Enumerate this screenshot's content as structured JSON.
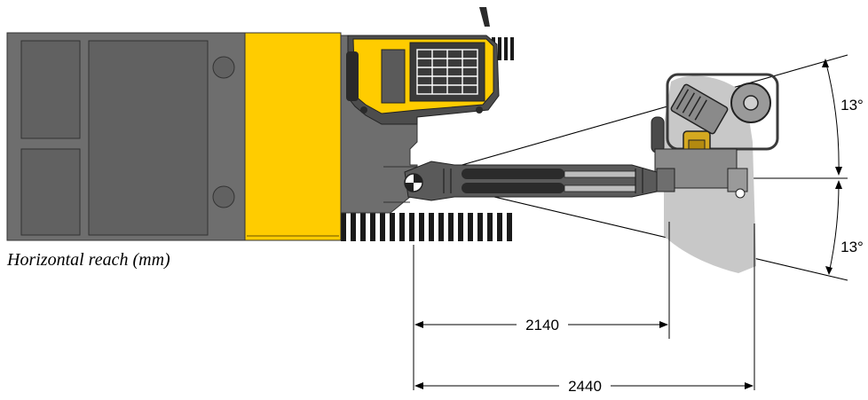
{
  "caption": "Horizontal reach (mm)",
  "dimensions": {
    "reach_short": "2140",
    "reach_long": "2440"
  },
  "angles": {
    "upper": "13°",
    "lower": "13°"
  },
  "colors": {
    "body_grey": "#6e6e6e",
    "panel_grey": "#616161",
    "yellow": "#ffcc00",
    "track_black": "#1a1a1a",
    "boom_dark": "#2b2b2b",
    "head_light_grey": "#c8c8c8"
  }
}
